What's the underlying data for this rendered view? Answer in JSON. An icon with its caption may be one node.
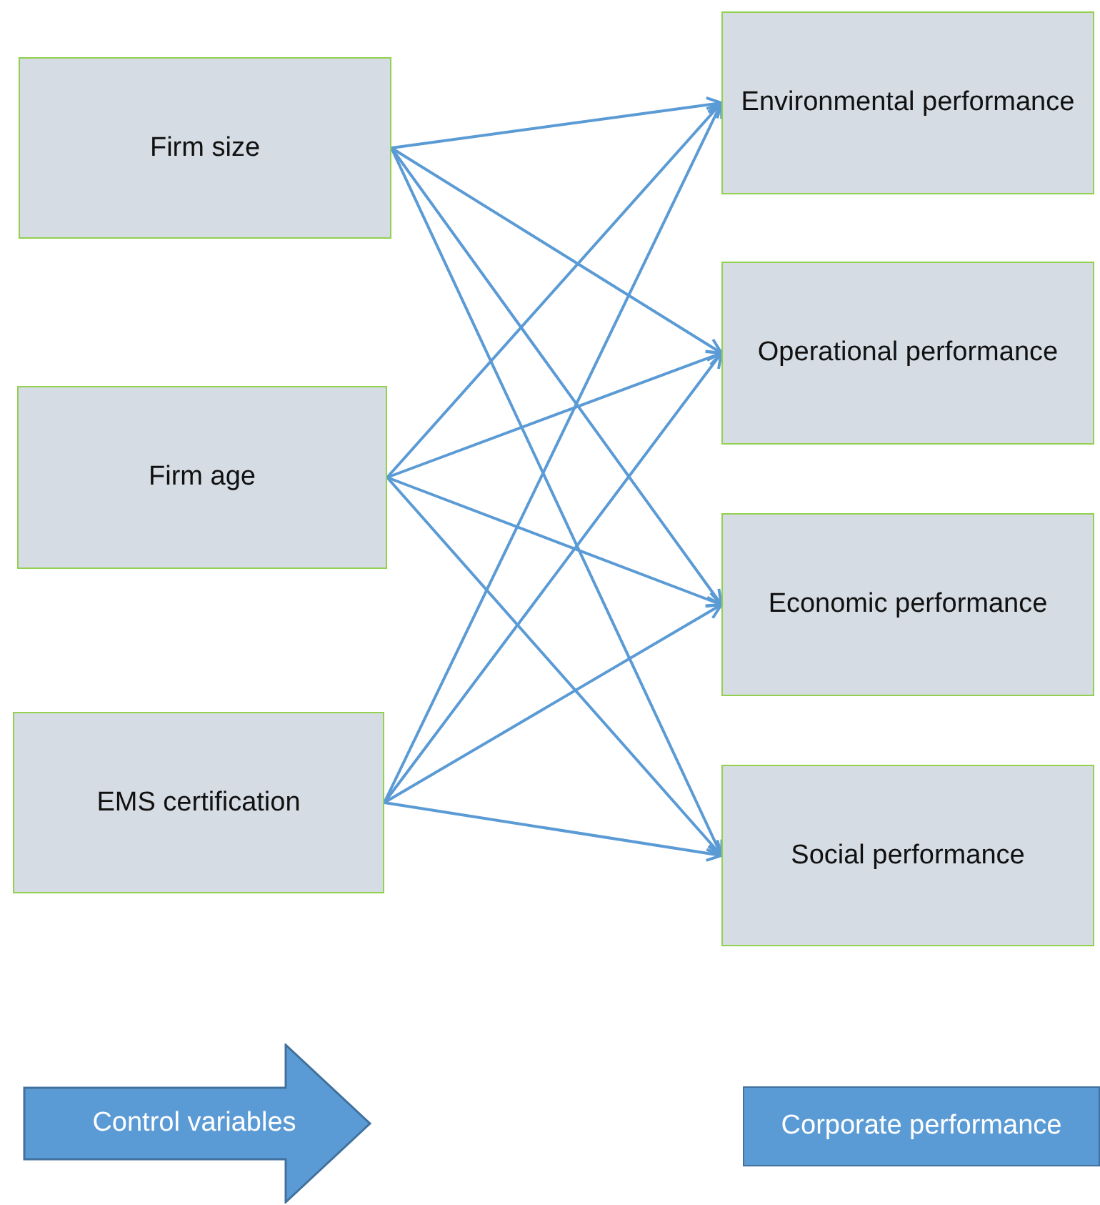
{
  "diagram": {
    "nodes": [
      {
        "text": [
          "Firm size"
        ]
      },
      {
        "text": [
          "Firm age"
        ]
      },
      {
        "text": [
          "EMS certification"
        ]
      },
      {
        "text": [
          "Environmental performance"
        ]
      },
      {
        "text": [
          "Operational performance"
        ]
      },
      {
        "text": [
          "Economic performance"
        ]
      },
      {
        "text": [
          "Social performance"
        ]
      },
      {
        "text": [
          "Control variables"
        ]
      },
      {
        "text": [
          "Corporate performance"
        ]
      }
    ],
    "edges": [
      {
        "from": 0,
        "to": 3,
        "arrow": "to"
      },
      {
        "from": 0,
        "to": 4,
        "arrow": "to"
      },
      {
        "from": 0,
        "to": 5,
        "arrow": "to"
      },
      {
        "from": 0,
        "to": 6,
        "arrow": "to"
      },
      {
        "from": 1,
        "to": 3,
        "arrow": "to"
      },
      {
        "from": 1,
        "to": 4,
        "arrow": "to"
      },
      {
        "from": 1,
        "to": 5,
        "arrow": "to"
      },
      {
        "from": 1,
        "to": 6,
        "arrow": "to"
      },
      {
        "from": 2,
        "to": 3,
        "arrow": "to"
      },
      {
        "from": 2,
        "to": 4,
        "arrow": "to"
      },
      {
        "from": 2,
        "to": 5,
        "arrow": "to"
      },
      {
        "from": 2,
        "to": 6,
        "arrow": "to"
      }
    ]
  }
}
